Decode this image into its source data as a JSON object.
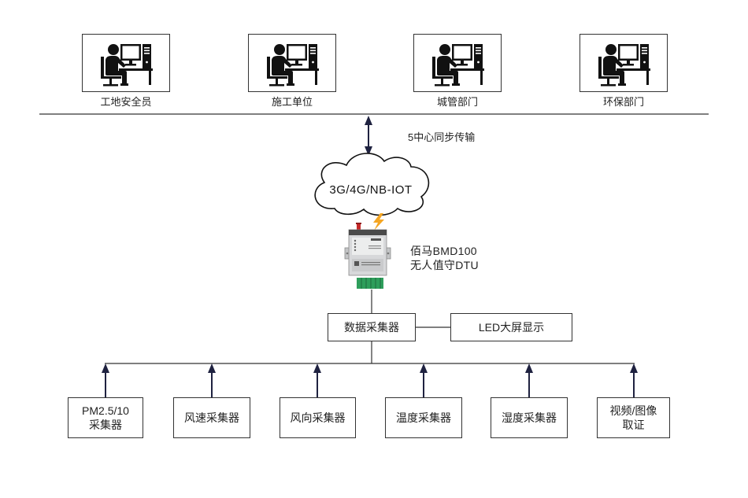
{
  "roles": [
    {
      "label": "工地安全员",
      "icon": "user-computer-icon"
    },
    {
      "label": "施工单位",
      "icon": "user-computer-icon"
    },
    {
      "label": "城管部门",
      "icon": "user-computer-icon"
    },
    {
      "label": "环保部门",
      "icon": "user-computer-icon"
    }
  ],
  "sync_label": "5中心同步传输",
  "network": {
    "label": "3G/4G/NB-IOT",
    "icon": "cloud"
  },
  "device": {
    "name": "佰马BMD100",
    "type": "无人值守DTU",
    "icon": "dtu-device-icon"
  },
  "collector": {
    "label": "数据采集器"
  },
  "display": {
    "label": "LED大屏显示"
  },
  "sensors": [
    {
      "line1": "PM2.5/10",
      "line2": "采集器"
    },
    {
      "line1": "风速采集器"
    },
    {
      "line1": "风向采集器"
    },
    {
      "line1": "温度采集器"
    },
    {
      "line1": "湿度采集器"
    },
    {
      "line1": "视频/图像",
      "line2": "取证"
    }
  ],
  "colors": {
    "line": "#333333",
    "arrow": "#1f2240",
    "lightning": "#f5a623",
    "antenna": "#c62828",
    "terminal": "#2e9e5b"
  }
}
